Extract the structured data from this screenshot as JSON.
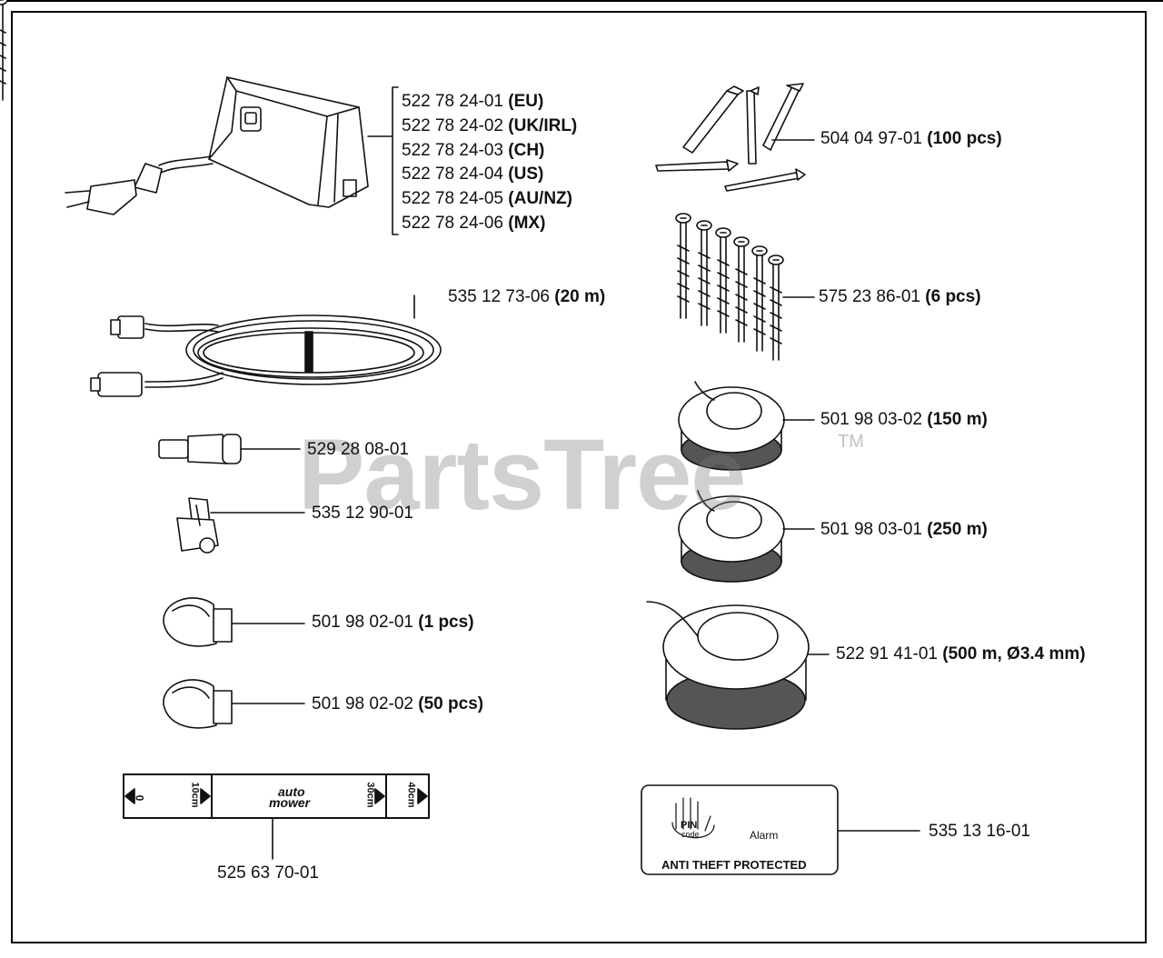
{
  "watermark": {
    "text": "PartsTree",
    "tm": "TM"
  },
  "charger": {
    "parts": [
      {
        "num": "522 78 24-01",
        "spec": "(EU)"
      },
      {
        "num": "522 78 24-02",
        "spec": "(UK/IRL)"
      },
      {
        "num": "522 78 24-03",
        "spec": "(CH)"
      },
      {
        "num": "522 78 24-04",
        "spec": "(US)"
      },
      {
        "num": "522 78 24-05",
        "spec": "(AU/NZ)"
      },
      {
        "num": "522 78 24-06",
        "spec": "(MX)"
      }
    ]
  },
  "labels": {
    "pegs": {
      "num": "504 04 97-01",
      "spec": "(100 pcs)"
    },
    "cable": {
      "num": "535 12 73-06",
      "spec": "(20 m)"
    },
    "screws": {
      "num": "575 23 86-01",
      "spec": "(6 pcs)"
    },
    "wire150": {
      "num": "501 98 03-02",
      "spec": "(150 m)"
    },
    "connector": {
      "num": "529 28 08-01",
      "spec": ""
    },
    "coupler": {
      "num": "535 12 90-01",
      "spec": ""
    },
    "wire250": {
      "num": "501 98 03-01",
      "spec": "(250 m)"
    },
    "joint1": {
      "num": "501 98 02-01",
      "spec": "(1 pcs)"
    },
    "wire500": {
      "num": "522 91 41-01",
      "spec": "(500 m, Ø3.4 mm)"
    },
    "joint50": {
      "num": "501 98 02-02",
      "spec": "(50 pcs)"
    },
    "gauge": {
      "num": "525 63 70-01",
      "spec": ""
    },
    "decal": {
      "num": "535 13 16-01",
      "spec": ""
    }
  },
  "gauge_ruler": {
    "left": "0",
    "mark1": "10cm",
    "brand_top": "auto",
    "brand_bottom": "mower",
    "mark2": "30cm",
    "mark3": "40cm"
  },
  "decal_sticker": {
    "pin": "PIN",
    "code": "code",
    "alarm": "Alarm",
    "footer": "ANTI THEFT PROTECTED"
  }
}
